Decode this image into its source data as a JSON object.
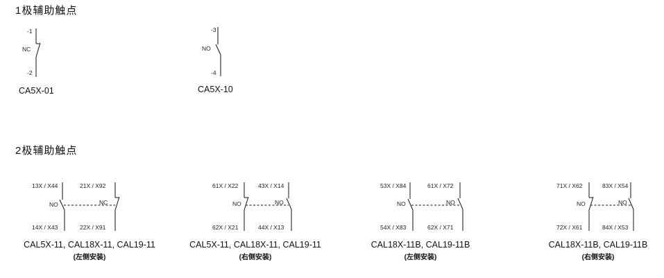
{
  "section1": {
    "title": "1极辅助触点",
    "items": [
      {
        "caption": "CA5X-01",
        "top_num": "-1",
        "bottom_num": "-2",
        "type_label": "NC"
      },
      {
        "caption": "CA5X-10",
        "top_num": "-3",
        "bottom_num": "-4",
        "type_label": "NO"
      }
    ]
  },
  "section2": {
    "title": "2极辅助触点",
    "items": [
      {
        "caption": "CAL5X-11, CAL18X-11, CAL19-11",
        "side": "(左侧安装)",
        "left": {
          "top": "13X / X44",
          "bottom": "14X / X43",
          "type_label": "NO"
        },
        "right": {
          "top": "21X / X92",
          "bottom": "22X / X91",
          "type_label": "NC"
        }
      },
      {
        "caption": "CAL5X-11, CAL18X-11, CAL19-11",
        "side": "(右侧安装)",
        "left": {
          "top": "61X / X22",
          "bottom": "62X / X21",
          "type_label": "NO"
        },
        "right": {
          "top": "43X / X14",
          "bottom": "44X / X13",
          "type_label": "NO"
        }
      },
      {
        "caption": "CAL18X-11B, CAL19-11B",
        "side": "(左侧安装)",
        "left": {
          "top": "53X / X84",
          "bottom": "54X / X83",
          "type_label": "NO"
        },
        "right": {
          "top": "61X / X72",
          "bottom": "62X / X71",
          "type_label": "NO"
        }
      },
      {
        "caption": "CAL18X-11B, CAL19-11B",
        "side": "(右侧安装)",
        "left": {
          "top": "71X / X62",
          "bottom": "72X / X61",
          "type_label": "NO"
        },
        "right": {
          "top": "83X / X54",
          "bottom": "84X / X53",
          "type_label": "NO"
        }
      }
    ]
  }
}
